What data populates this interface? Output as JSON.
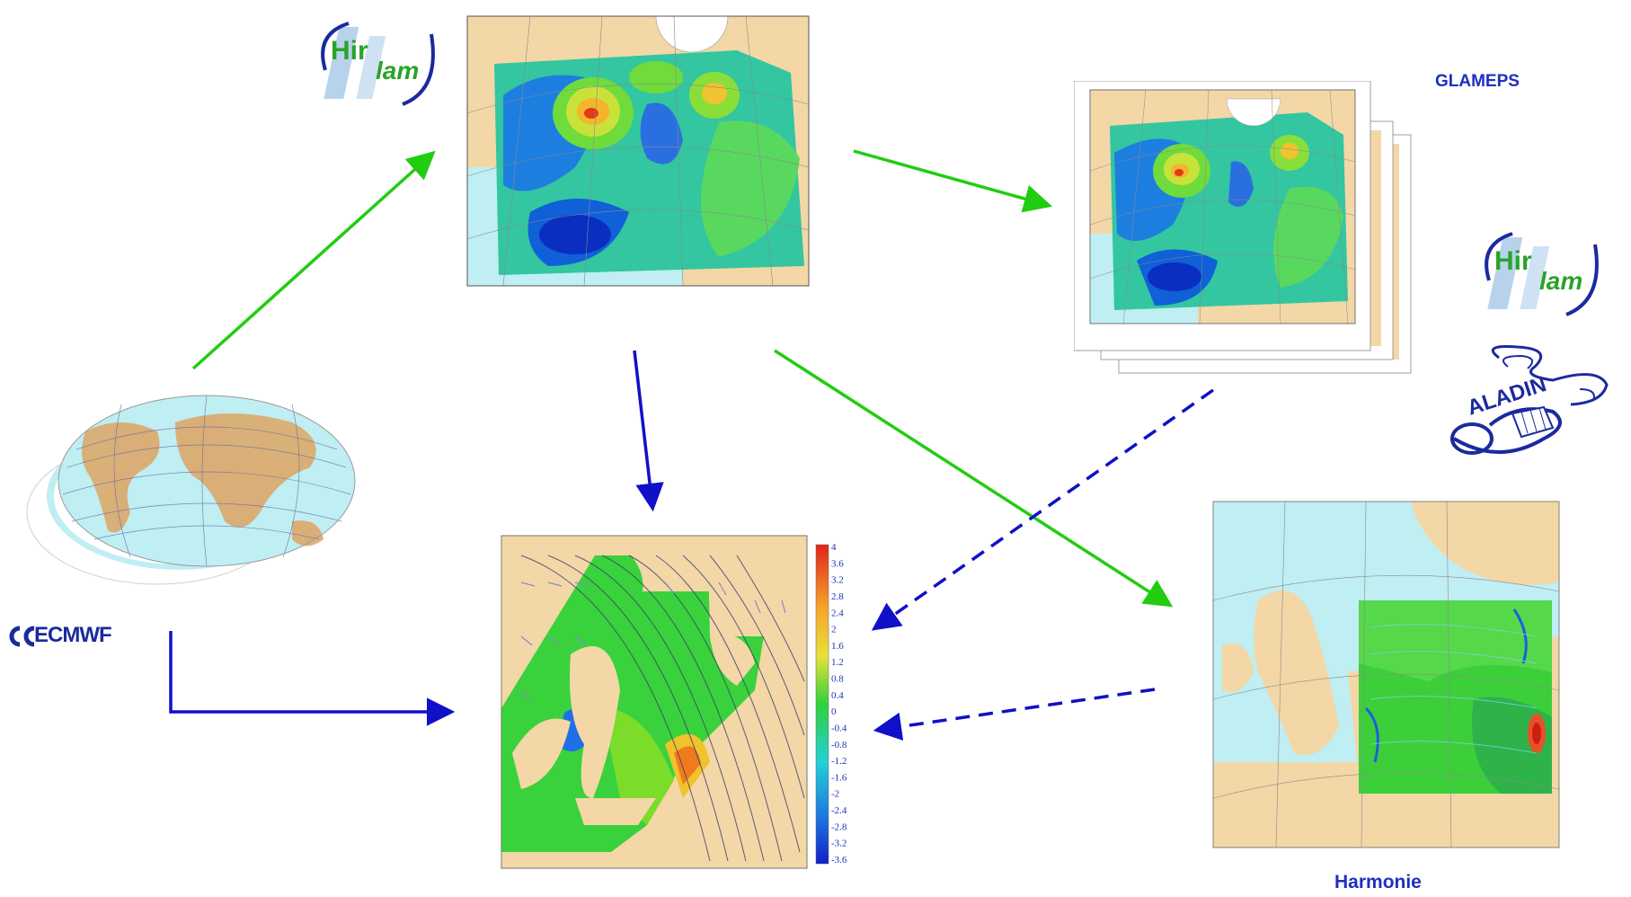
{
  "labels": {
    "glameps": "GLAMEPS",
    "harmonie": "Harmonie",
    "ecmwf": "ECMWF"
  },
  "logos": {
    "hirlam_top": {
      "hir": "Hir",
      "lam": "lam"
    },
    "hirlam_right": {
      "hir": "Hir",
      "lam": "lam"
    },
    "aladin": "ALADIN"
  },
  "colorbar": {
    "ticks": [
      "4",
      "3.6",
      "3.2",
      "2.8",
      "2.4",
      "2",
      "1.6",
      "1.2",
      "0.8",
      "0.4",
      "0",
      "-0.4",
      "-0.8",
      "-1.2",
      "-1.6",
      "-2",
      "-2.4",
      "-2.8",
      "-3.2",
      "-3.6"
    ]
  },
  "colors": {
    "green_arrow": "#22cc11",
    "blue_arrow": "#1010c8",
    "label_blue": "#1f2fbf",
    "land": "#f3d7a7",
    "sea": "#bfeef3"
  },
  "icons": [
    "hirlam-logo-icon",
    "aladin-logo-icon",
    "ecmwf-logo-icon",
    "globe-map-icon"
  ]
}
